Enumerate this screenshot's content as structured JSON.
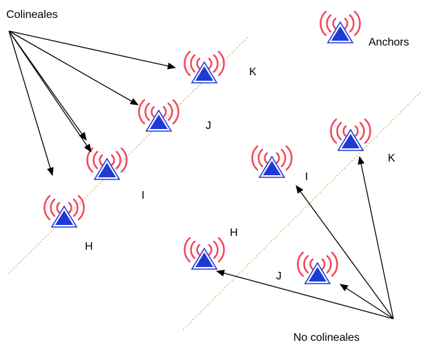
{
  "labels": {
    "colineales": "Colineales",
    "no_colineales": "No colineales",
    "anchors": "Anchors"
  },
  "collinear_group": {
    "anchors": [
      {
        "label": "H"
      },
      {
        "label": "I"
      },
      {
        "label": "J"
      },
      {
        "label": "K"
      }
    ]
  },
  "noncollinear_group": {
    "anchors": [
      {
        "label": "H"
      },
      {
        "label": "I"
      },
      {
        "label": "J"
      },
      {
        "label": "K"
      }
    ]
  },
  "colors": {
    "anchor_fill": "#1f3bd6",
    "anchor_outline": "#1f3bd6",
    "signal_waves": "#f2455a",
    "reference_line": "#c9c08a",
    "arrow": "#000000"
  },
  "icons": {
    "anchor": "anchor-transmitter-icon",
    "waves": "signal-waves-icon"
  }
}
